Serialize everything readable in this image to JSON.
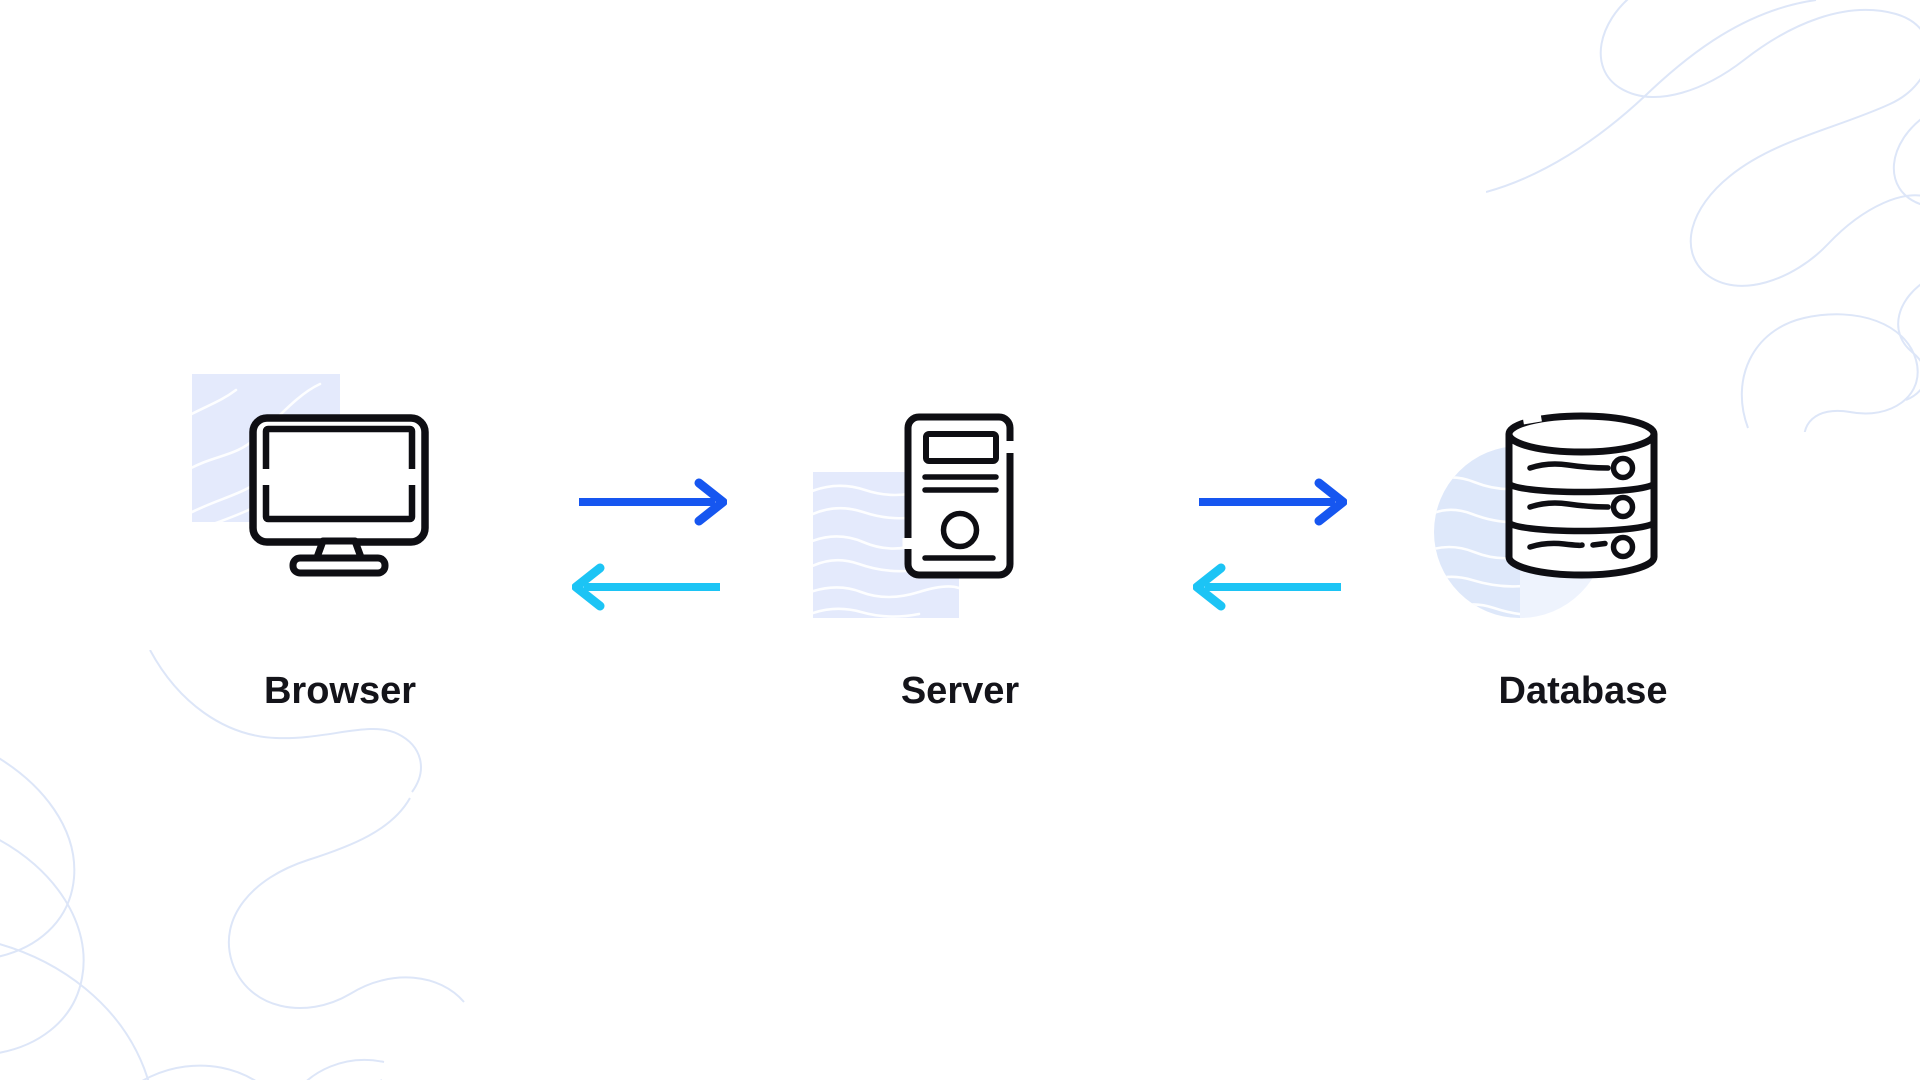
{
  "diagram": {
    "title": "Browser Server Database request flow",
    "nodes": [
      {
        "id": "browser",
        "label": "Browser",
        "icon": "monitor-icon",
        "backdrop": "square"
      },
      {
        "id": "server",
        "label": "Server",
        "icon": "server-tower-icon",
        "backdrop": "square"
      },
      {
        "id": "database",
        "label": "Database",
        "icon": "database-cylinder-icon",
        "backdrop": "circle"
      }
    ],
    "connections": [
      {
        "from": "browser",
        "to": "server",
        "direction": "forward",
        "color": "#1656f0"
      },
      {
        "from": "server",
        "to": "browser",
        "direction": "backward",
        "color": "#1cc4f5"
      },
      {
        "from": "server",
        "to": "database",
        "direction": "forward",
        "color": "#1656f0"
      },
      {
        "from": "database",
        "to": "server",
        "direction": "backward",
        "color": "#1cc4f5"
      }
    ]
  },
  "theme": {
    "background": "#ffffff",
    "icon_stroke": "#0e0e13",
    "label_color": "#14141a",
    "arrow_forward_color": "#1656f0",
    "arrow_backward_color": "#1cc4f5",
    "backdrop_square_color": "#e4eafc",
    "backdrop_circle_left_color": "#dee8fa",
    "backdrop_circle_right_color": "#eef3fd",
    "squiggle_color": "#dde6f8",
    "wave_line_color": "#ffffff"
  }
}
